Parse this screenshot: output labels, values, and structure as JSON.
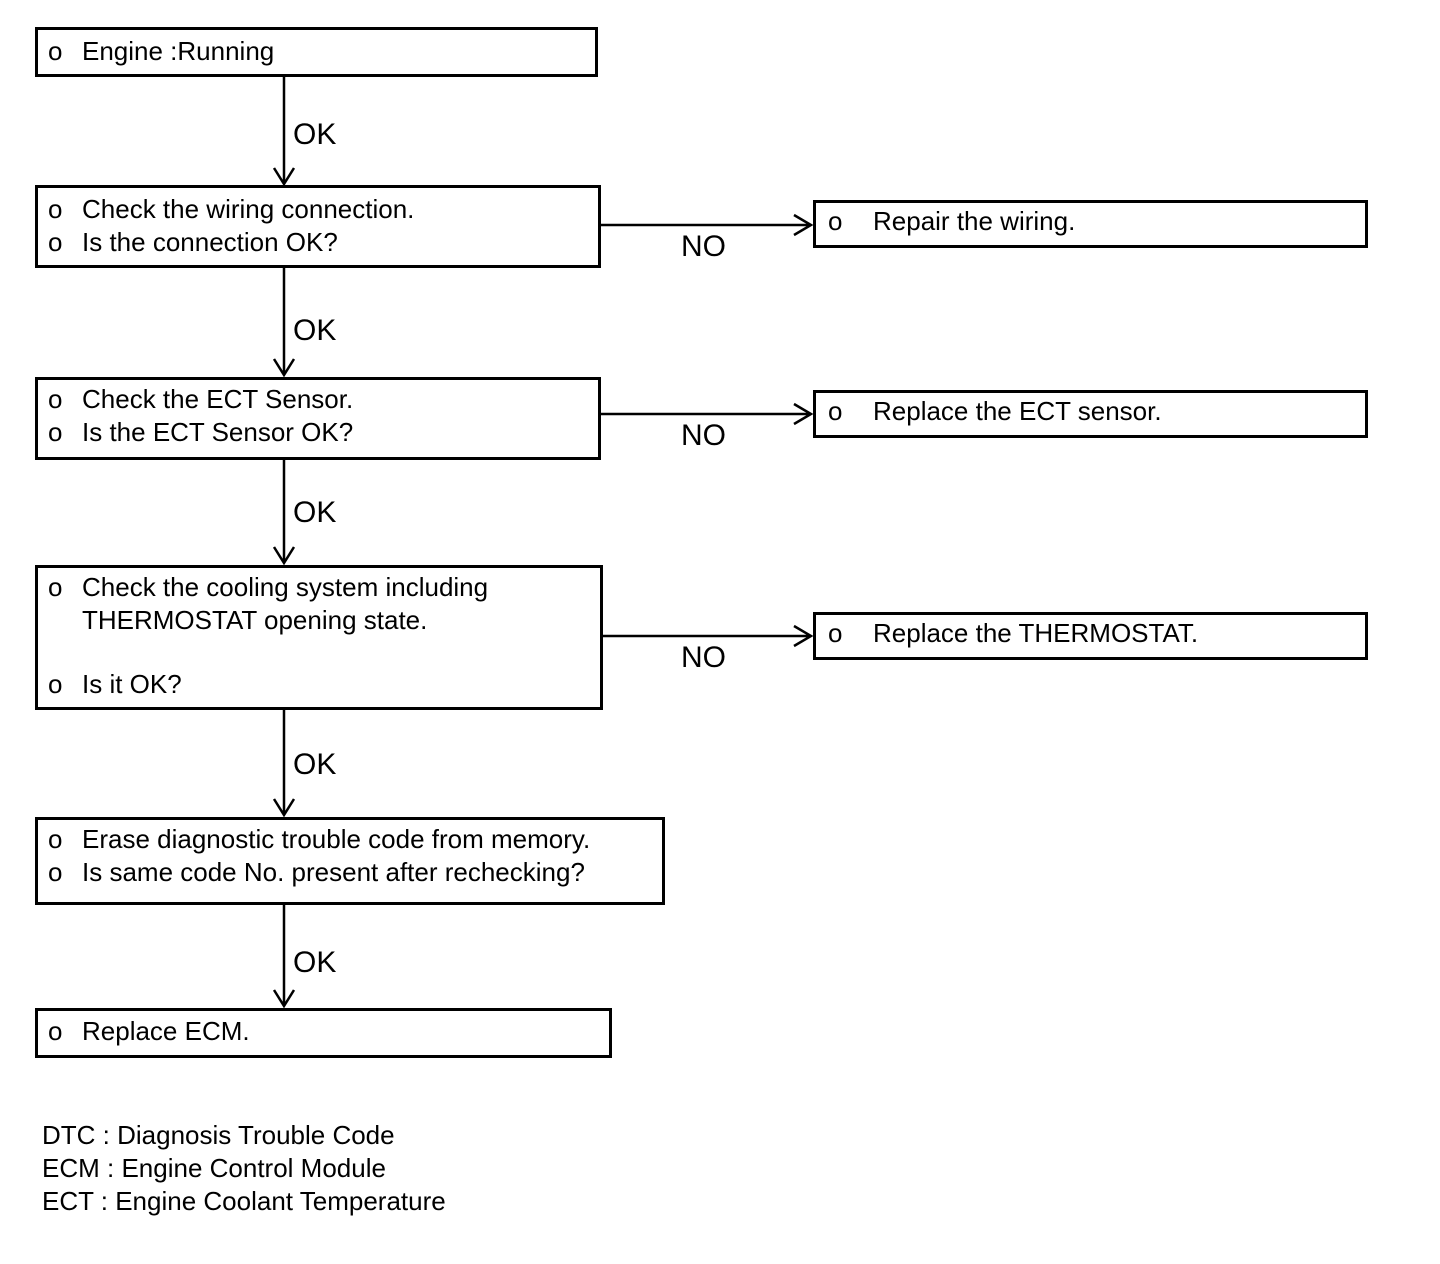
{
  "labels": {
    "ok": "OK",
    "no": "NO"
  },
  "flow": {
    "left": [
      {
        "items": [
          {
            "bullet": "o",
            "lines": [
              "Engine :Running"
            ]
          }
        ]
      },
      {
        "items": [
          {
            "bullet": "o",
            "lines": [
              "Check the wiring connection."
            ]
          },
          {
            "bullet": "o",
            "lines": [
              "Is the connection OK?"
            ]
          }
        ]
      },
      {
        "items": [
          {
            "bullet": "o",
            "lines": [
              "Check the ECT Sensor."
            ]
          },
          {
            "bullet": "o",
            "lines": [
              "Is the ECT Sensor OK?"
            ]
          }
        ]
      },
      {
        "items": [
          {
            "bullet": "o",
            "lines": [
              "Check the cooling system including",
              "THERMOSTAT opening state."
            ]
          },
          {
            "bullet": "o",
            "lines": [
              "Is it OK?"
            ]
          }
        ]
      },
      {
        "items": [
          {
            "bullet": "o",
            "lines": [
              "Erase diagnostic trouble code from memory."
            ]
          },
          {
            "bullet": "o",
            "lines": [
              "Is same code No. present after rechecking?"
            ]
          }
        ]
      },
      {
        "items": [
          {
            "bullet": "o",
            "lines": [
              "Replace ECM."
            ]
          }
        ]
      }
    ],
    "right": [
      {
        "items": [
          {
            "bullet": "o",
            "lines": [
              "Repair the wiring."
            ]
          }
        ]
      },
      {
        "items": [
          {
            "bullet": "o",
            "lines": [
              "Replace the ECT sensor."
            ]
          }
        ]
      },
      {
        "items": [
          {
            "bullet": "o",
            "lines": [
              "Replace the THERMOSTAT."
            ]
          }
        ]
      }
    ]
  },
  "legend": {
    "lines": [
      "DTC : Diagnosis Trouble Code",
      "ECM : Engine Control Module",
      "ECT : Engine Coolant Temperature"
    ]
  },
  "colors": {
    "ink": "#000000",
    "paper": "#ffffff"
  }
}
